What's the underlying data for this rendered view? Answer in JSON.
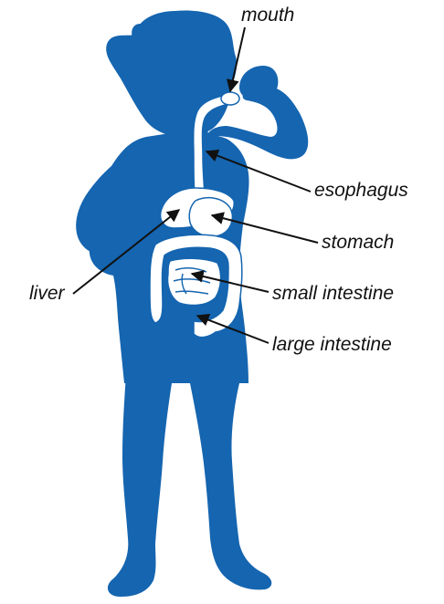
{
  "diagram": {
    "labels": {
      "mouth": "mouth",
      "esophagus": "esophagus",
      "stomach": "stomach",
      "liver": "liver",
      "small_intestine": "small intestine",
      "large_intestine": "large intestine"
    }
  },
  "colors": {
    "silhouette": "#1565b0",
    "organs": "#ffffff",
    "organ_outline": "#1565b0",
    "label_text": "#111111",
    "leader_line": "#111111"
  }
}
